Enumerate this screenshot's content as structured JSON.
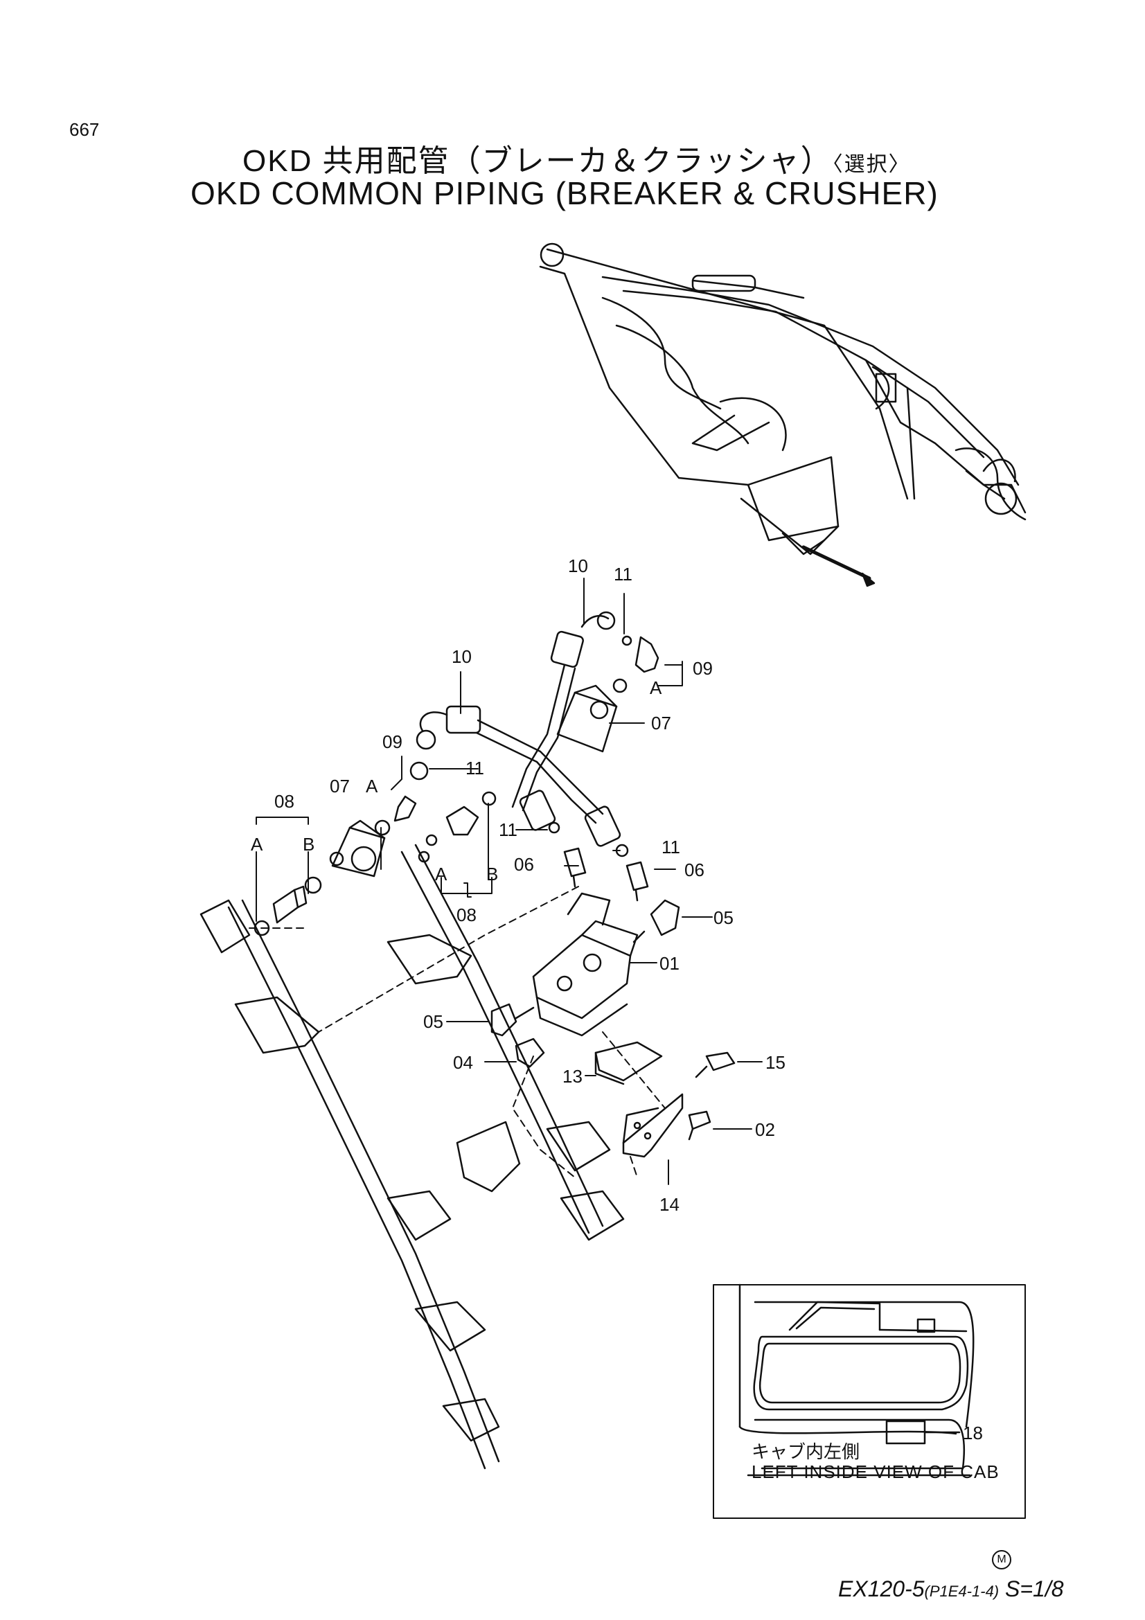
{
  "page": {
    "number": "667",
    "title_jp": "OKD 共用配管（ブレーカ＆クラッシャ）",
    "title_jp_suffix": "〈選択〉",
    "title_en": "OKD COMMON PIPING (BREAKER & CRUSHER)"
  },
  "callouts": {
    "c10_top": "10",
    "c11_top": "11",
    "c09_right": "09",
    "cA_right": "A",
    "c10_mid": "10",
    "c07_right": "07",
    "c09_left": "09",
    "c11_mid": "11",
    "cA_mid": "A",
    "c07_left": "07",
    "c08_top": "08",
    "cA_left": "A",
    "cB_left": "B",
    "c11_lower_left": "11",
    "c11_lower_right": "11",
    "c06_left": "06",
    "c06_right": "06",
    "cA_center": "A",
    "cB_center": "B",
    "c08_bottom": "08",
    "c05_right": "05",
    "c01": "01",
    "c05_left": "05",
    "c04": "04",
    "c15": "15",
    "c13": "13",
    "c02": "02",
    "c14": "14",
    "c18": "18"
  },
  "inset": {
    "caption_jp": "キャブ内左側",
    "caption_en": "LEFT INSIDE VIEW OF CAB"
  },
  "footer": {
    "mark": "M",
    "model": "EX120-5",
    "code": "(P1E4-1-4)",
    "scale": "S=1/8"
  }
}
